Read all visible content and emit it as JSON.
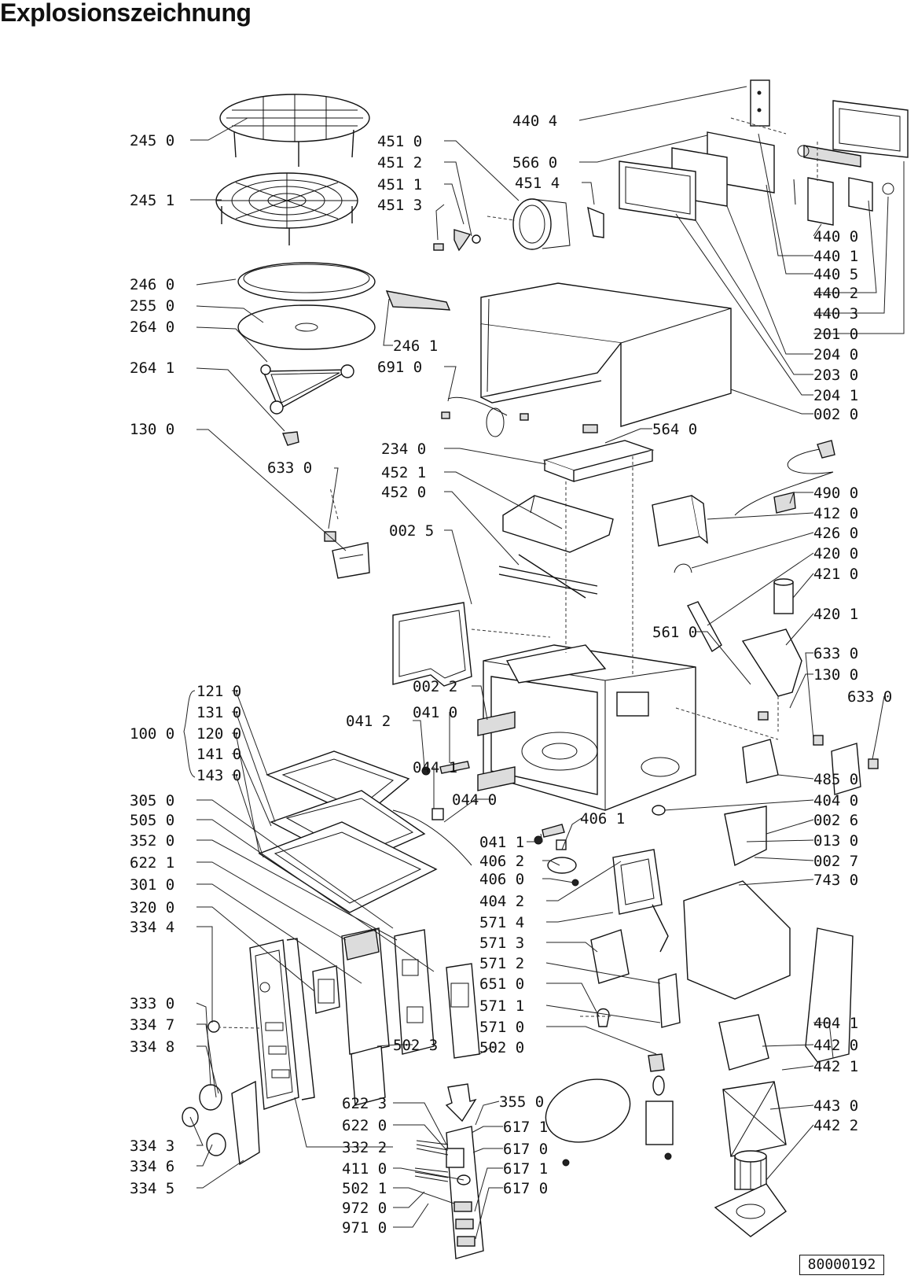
{
  "title": "Explosionszeichnung",
  "document_number": "80000192",
  "part_labels": [
    "245 0",
    "245 1",
    "246 0",
    "255 0",
    "264 0",
    "264 1",
    "130 0",
    "633 0",
    "451 0",
    "451 2",
    "451 1",
    "451 3",
    "451 4",
    "246 1",
    "691 0",
    "440 4",
    "566 0",
    "440 0",
    "440 1",
    "440 5",
    "440 2",
    "440 3",
    "201 0",
    "204 0",
    "203 0",
    "204 1",
    "002 0",
    "564 0",
    "234 0",
    "452 1",
    "452 0",
    "002 5",
    "490 0",
    "412 0",
    "426 0",
    "420 0",
    "421 0",
    "420 1",
    "561 0",
    "633 0",
    "130 0",
    "633 0",
    "002 2",
    "041 0",
    "041 2",
    "044 1",
    "044 0",
    "121 0",
    "131 0",
    "120 0",
    "141 0",
    "143 0",
    "100 0",
    "305 0",
    "505 0",
    "352 0",
    "622 1",
    "301 0",
    "320 0",
    "334 4",
    "041 1",
    "406 1",
    "406 2",
    "406 0",
    "404 2",
    "571 4",
    "571 3",
    "571 2",
    "651 0",
    "571 1",
    "571 0",
    "502 0",
    "502 3",
    "333 0",
    "334 7",
    "334 8",
    "622 3",
    "622 0",
    "332 2",
    "411 0",
    "502 1",
    "972 0",
    "971 0",
    "334 3",
    "334 6",
    "334 5",
    "355 0",
    "617 1",
    "617 0",
    "617 1",
    "617 0",
    "485 0",
    "404 0",
    "002 6",
    "013 0",
    "002 7",
    "743 0",
    "404 1",
    "442 0",
    "442 1",
    "443 0",
    "442 2"
  ]
}
